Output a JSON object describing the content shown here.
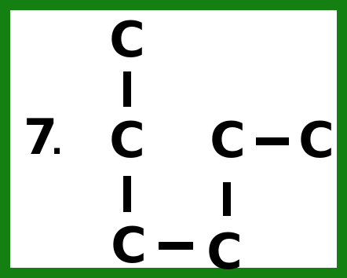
{
  "problem": {
    "number": "7",
    "period": "."
  },
  "molecule": {
    "atoms": [
      {
        "id": "c-top",
        "label": "C"
      },
      {
        "id": "c-middle-left",
        "label": "C"
      },
      {
        "id": "c-middle-right",
        "label": "C"
      },
      {
        "id": "c-right",
        "label": "C"
      },
      {
        "id": "c-bottom-left",
        "label": "C"
      },
      {
        "id": "c-bottom-right",
        "label": "C"
      }
    ],
    "bonds": [
      {
        "from": "c-top",
        "to": "c-middle-left"
      },
      {
        "from": "c-middle-left",
        "to": "c-bottom-left"
      },
      {
        "from": "c-bottom-left",
        "to": "c-bottom-right"
      },
      {
        "from": "c-bottom-right",
        "to": "c-middle-right"
      },
      {
        "from": "c-middle-right",
        "to": "c-right"
      }
    ]
  },
  "colors": {
    "border": "#158012",
    "text": "#000000",
    "background": "#ffffff"
  }
}
